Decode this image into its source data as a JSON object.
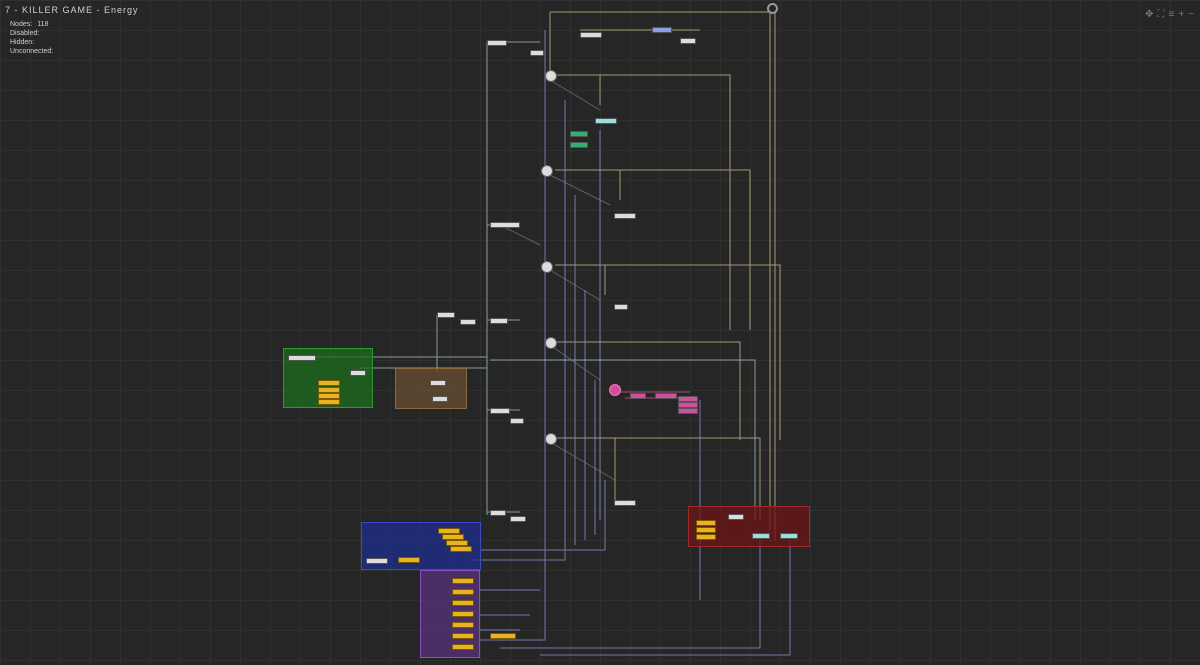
{
  "header": {
    "title": "7 - KILLER GAME - Energy"
  },
  "stats": {
    "nodes_label": "Nodes:",
    "nodes_value": "118",
    "disabled_label": "Disabled:",
    "hidden_label": "Hidden:",
    "unconnected_label": "Unconnected:"
  },
  "toolbar": {
    "fit_icon": "✥",
    "focus_icon": "⛶",
    "menu_icon": "≡",
    "zoom_in_icon": "+",
    "zoom_out_icon": "−"
  },
  "colors": {
    "group_green": "#1e5a1c",
    "group_brown": "#5e4630",
    "group_blue": "#1f2f7a",
    "group_purple": "#4a2a6a",
    "group_red": "#5a1414",
    "wire_tan": "#c9b48a",
    "wire_blue": "#8f95d8",
    "wire_cyan": "#a8d0d8"
  }
}
